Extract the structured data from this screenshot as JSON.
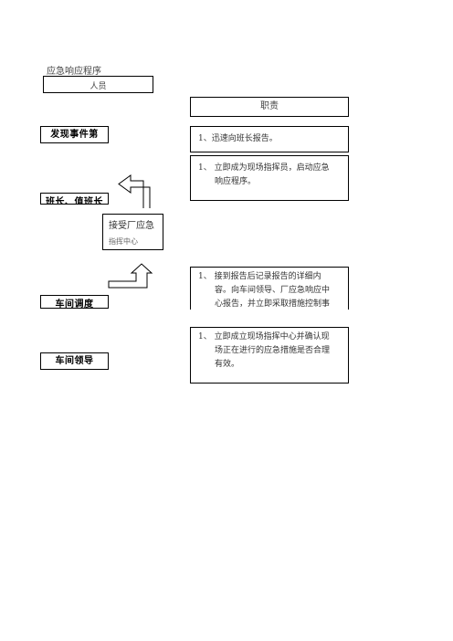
{
  "header": {
    "title": "应急响应程序",
    "subtitle": "人员"
  },
  "responsibility_header": "职责",
  "roles": {
    "discoverer": "发现事件第",
    "shift_leader": "班长、值班长",
    "workshop_dispatch": "车间调度",
    "workshop_leader": "车间领导"
  },
  "receive_box": {
    "line1": "接受厂应急",
    "line2": "指挥中心"
  },
  "duties": {
    "d1": {
      "num": "1、",
      "text": "迅速向班长报告。"
    },
    "d2": {
      "num": "1、",
      "line1": "立即成为现场指挥员，启动应急",
      "line2": "响应程序。"
    },
    "d3": {
      "num": "1、",
      "line1": "接到报告后记录报告的详细内",
      "line2": "容。向车间领导、厂应急响应中",
      "line3": "心报告，并立即采取措施控制事"
    },
    "d4": {
      "num": "1、",
      "line1": "立即成立现场指挥中心并确认现",
      "line2": "场正在进行的应急措施是否合理",
      "line3": "有效。"
    }
  }
}
